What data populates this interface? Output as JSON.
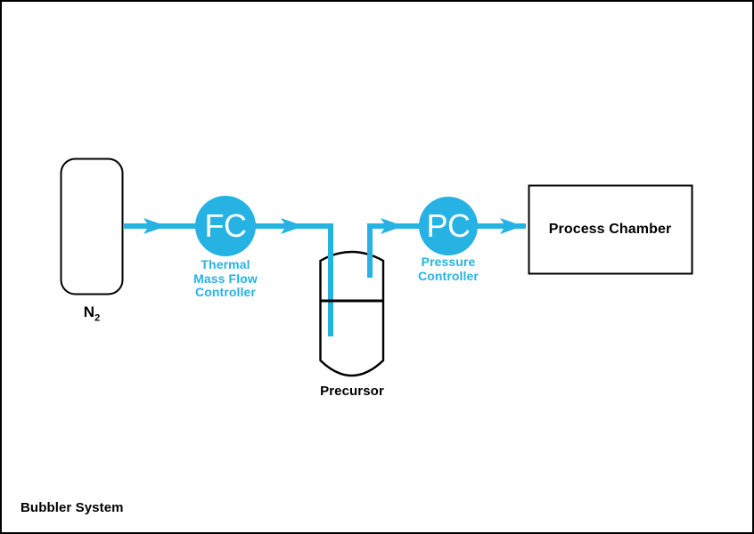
{
  "title": "Bubbler System",
  "colors": {
    "accent": "#27B2E4",
    "outline": "#000000",
    "background": "#FFFFFF",
    "label_on_accent": "#FFFFFF"
  },
  "nodes": {
    "n2_cylinder": {
      "label_main": "N",
      "label_sub": "2"
    },
    "flow_controller": {
      "abbrev": "FC",
      "caption": "Thermal\nMass Flow\nController"
    },
    "precursor_vessel": {
      "label": "Precursor"
    },
    "pressure_controller": {
      "abbrev": "PC",
      "caption": "Pressure\nController"
    },
    "process_chamber": {
      "label": "Process Chamber"
    }
  }
}
